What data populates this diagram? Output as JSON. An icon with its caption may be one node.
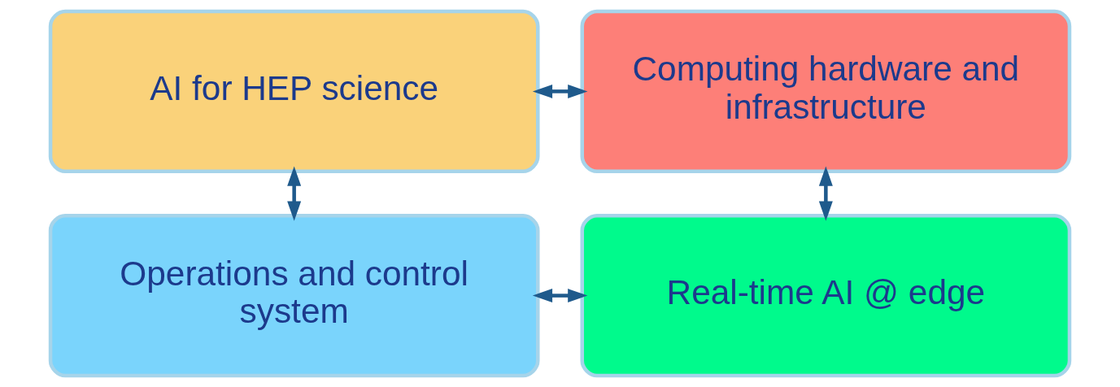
{
  "diagram": {
    "nodes": [
      {
        "text": [
          "AI for HEP science"
        ]
      },
      {
        "text": [
          "Computing hardware and infrastructure"
        ]
      },
      {
        "text": [
          "Operations and control system"
        ]
      },
      {
        "text": [
          "Real-time AI @ edge"
        ]
      }
    ],
    "edges": [
      {
        "from": 0,
        "to": 1,
        "arrow": "both"
      },
      {
        "from": 0,
        "to": 2,
        "arrow": "both"
      },
      {
        "from": 1,
        "to": 3,
        "arrow": "both"
      },
      {
        "from": 2,
        "to": 3,
        "arrow": "both"
      }
    ]
  }
}
